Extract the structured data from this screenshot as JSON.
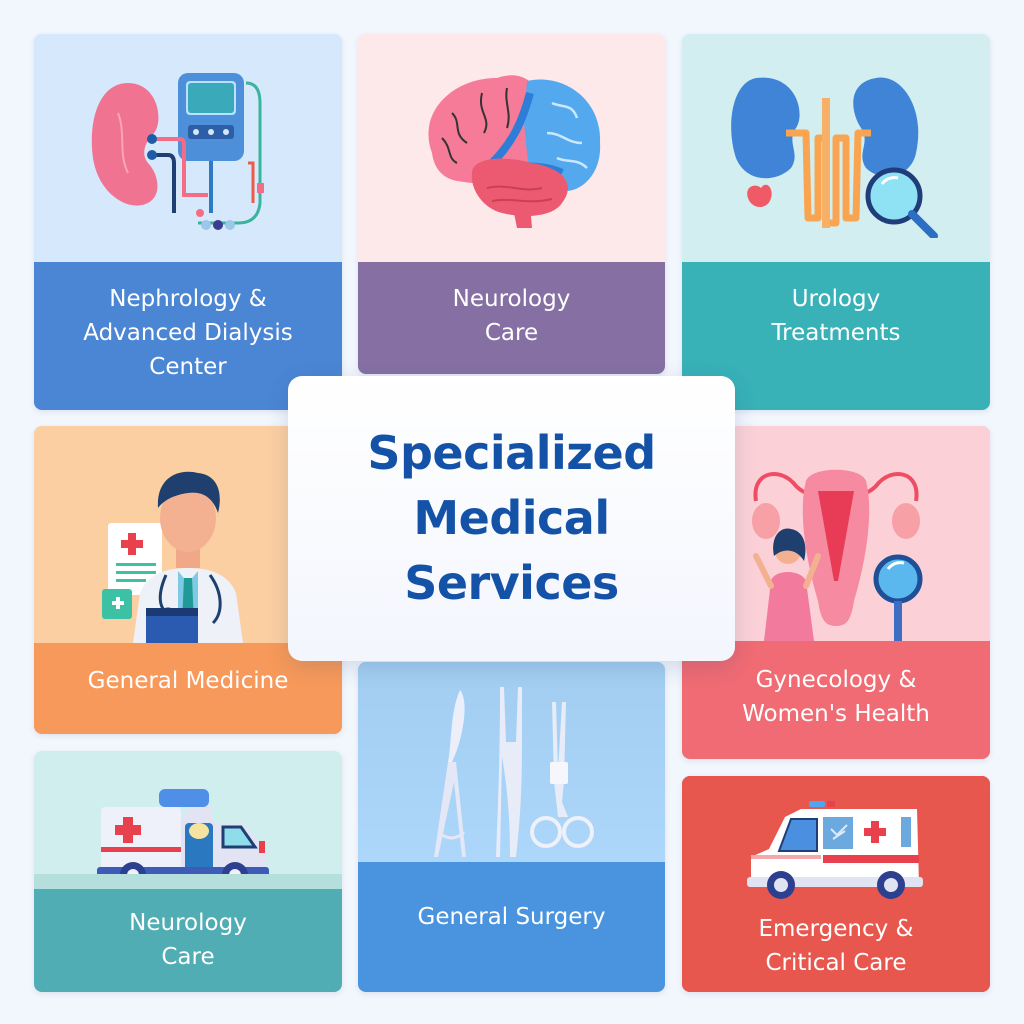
{
  "page": {
    "background": "#f2f6fd",
    "title": "Specialized\nMedical\nServices",
    "title_color": "#1452a8"
  },
  "services": [
    {
      "id": "nephrology",
      "label": "Nephrology &\nAdvanced Dialysis\nCenter",
      "icon": "kidney-dialysis-icon",
      "art_bg": "#d6e8fb",
      "band_color": "#4a86d4"
    },
    {
      "id": "neurology-top",
      "label": "Neurology\nCare",
      "icon": "brain-icon",
      "art_bg": "#fde8ea",
      "band_color": "#8670a3"
    },
    {
      "id": "urology",
      "label": "Urology\nTreatments",
      "icon": "kidneys-magnifier-icon",
      "art_bg": "#d2eef0",
      "band_color": "#38b1b7"
    },
    {
      "id": "general-medicine",
      "label": "General Medicine",
      "icon": "doctor-icon",
      "art_bg": "#fbcfa1",
      "band_color": "#f7995a"
    },
    {
      "id": "gynecology",
      "label": "Gynecology &\nWomen's Health",
      "icon": "uterus-woman-icon",
      "art_bg": "#fbd1d7",
      "band_color": "#f06b73"
    },
    {
      "id": "neurology-bottom",
      "label": "Neurology\nCare",
      "icon": "ambulance-icon",
      "art_bg": "#d1eeee",
      "band_color": "#4fadb3"
    },
    {
      "id": "general-surgery",
      "label": "General Surgery",
      "icon": "surgical-tools-icon",
      "art_bg": "#a7d3f7",
      "band_color": "#4a94df"
    },
    {
      "id": "emergency",
      "label": "Emergency &\nCritical Care",
      "icon": "ambulance-icon",
      "art_bg": "#e8574e",
      "band_color": "#e8574e"
    }
  ]
}
